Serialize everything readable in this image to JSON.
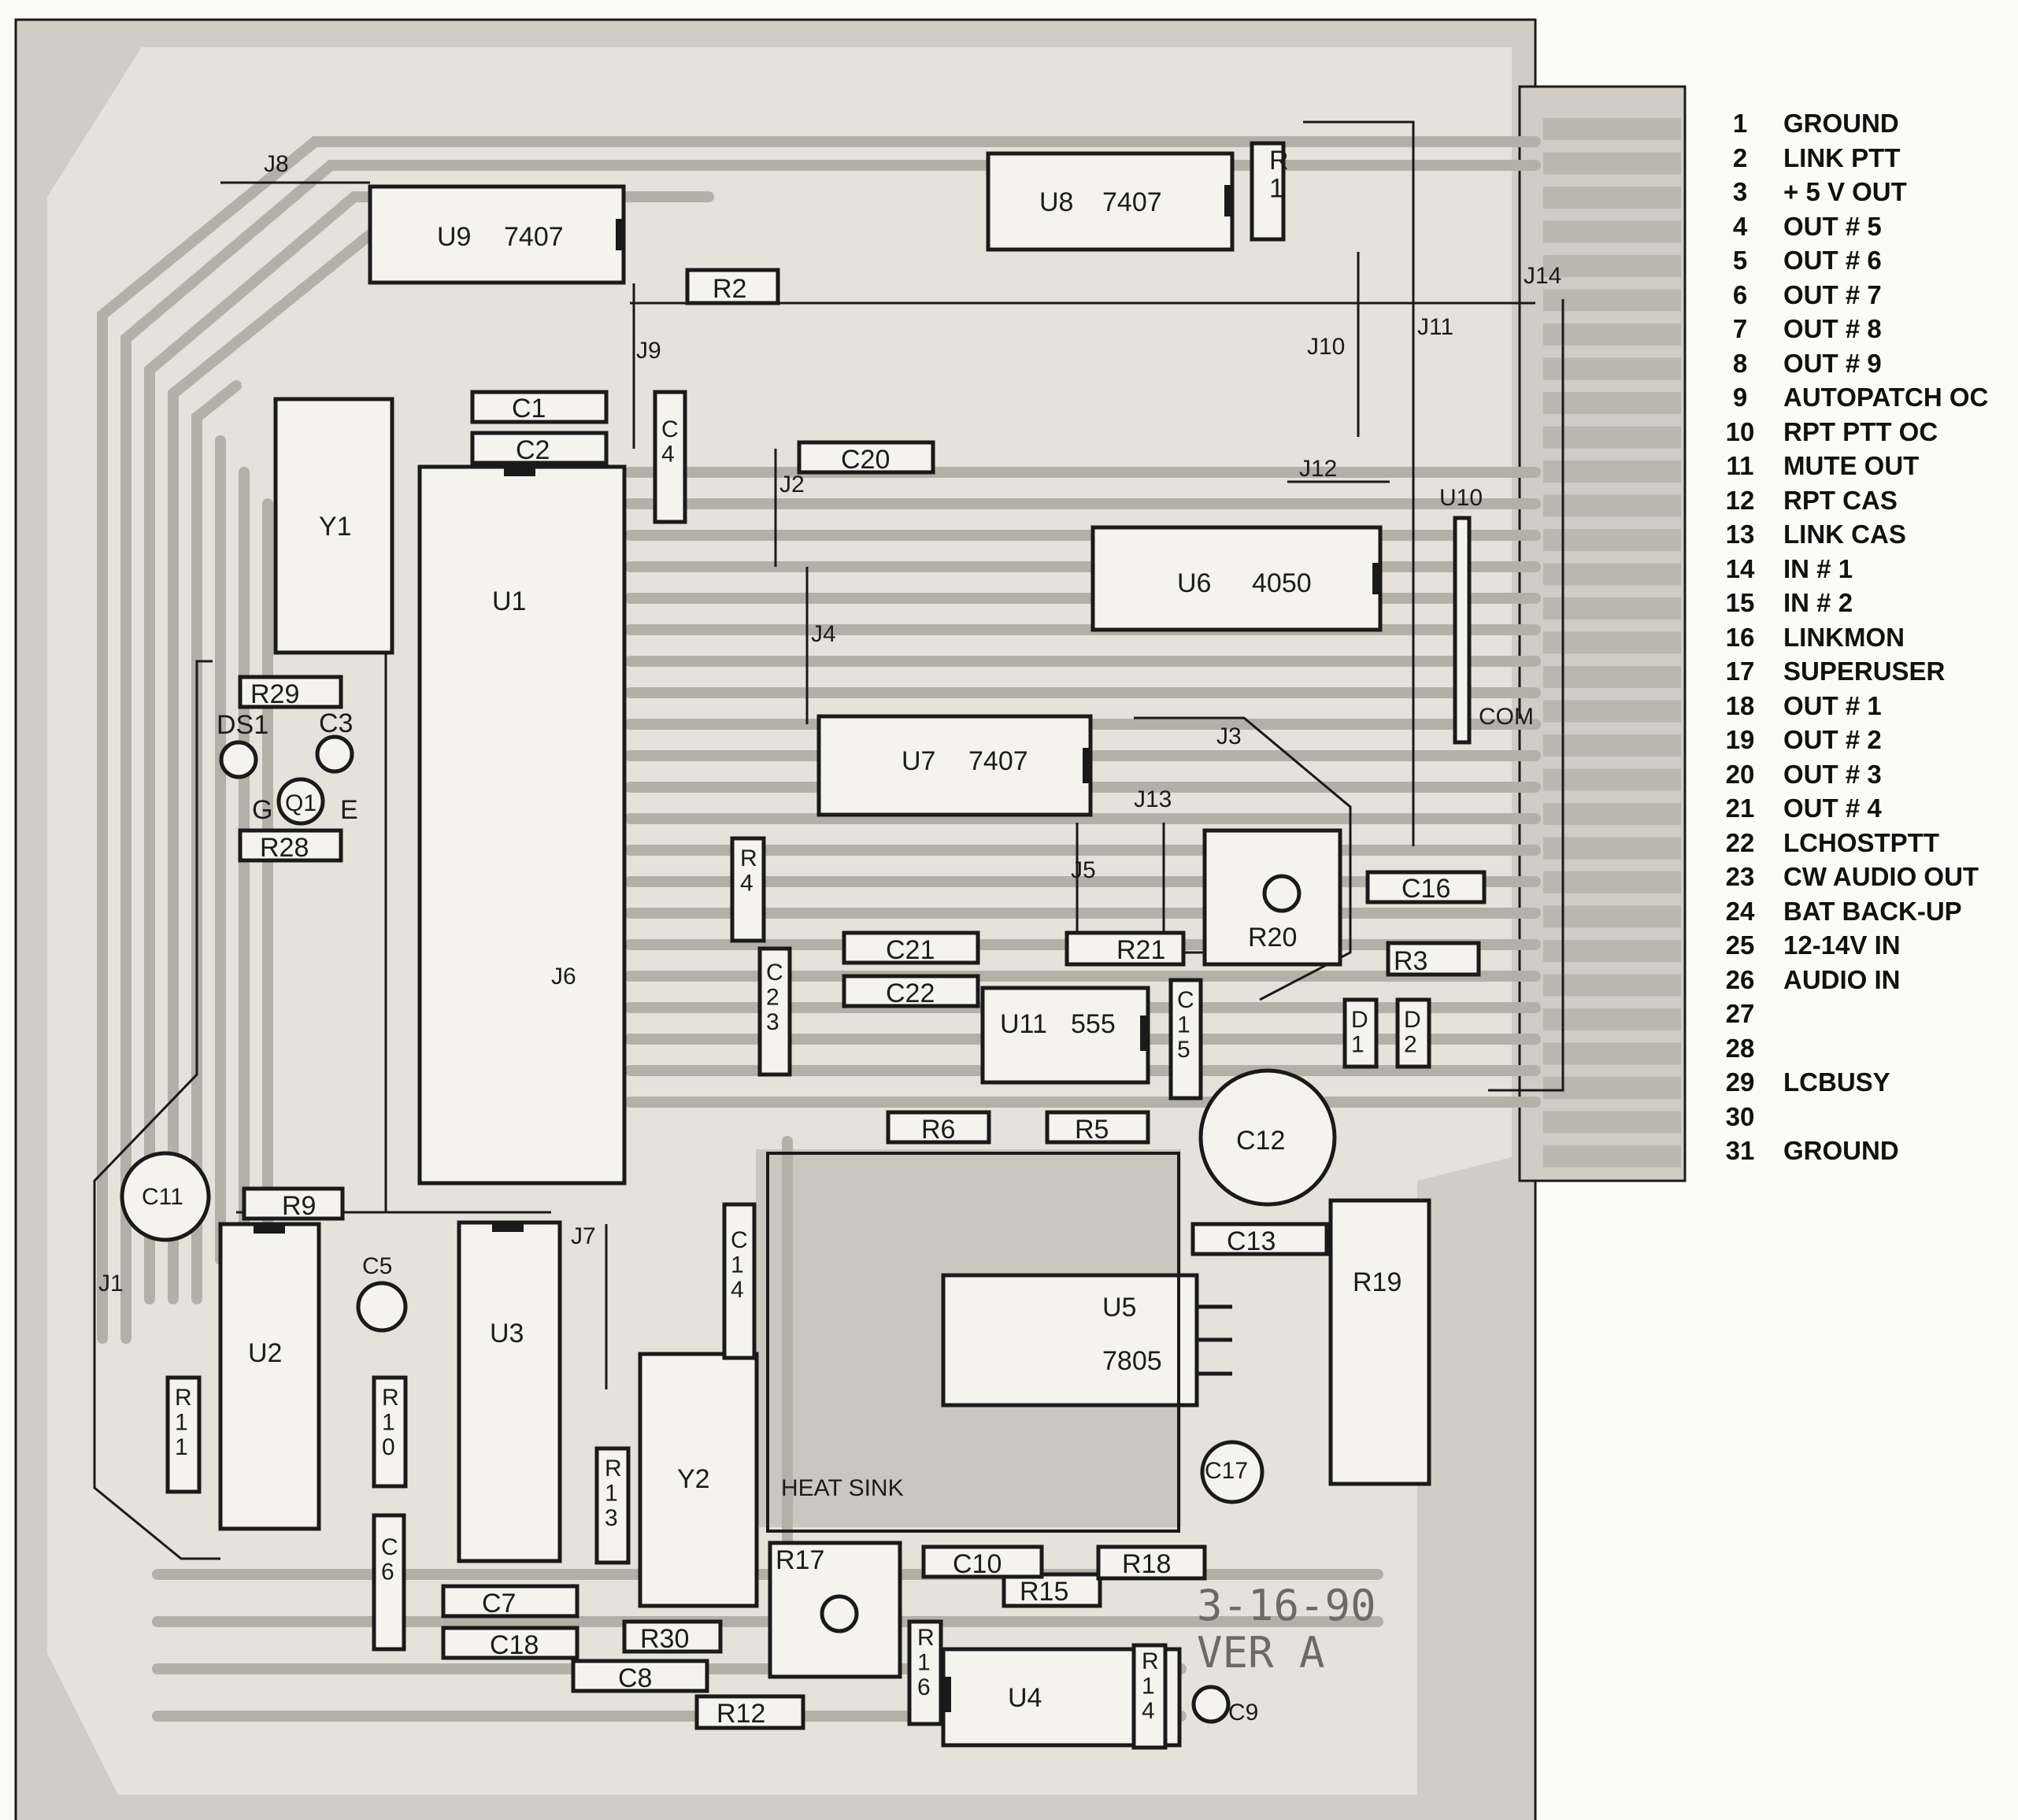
{
  "title": "",
  "connector": {
    "ref": "J14",
    "pins": [
      {
        "num": "1",
        "name": "GROUND"
      },
      {
        "num": "2",
        "name": "LINK PTT"
      },
      {
        "num": "3",
        "name": "+ 5 V OUT"
      },
      {
        "num": "4",
        "name": "OUT # 5"
      },
      {
        "num": "5",
        "name": "OUT # 6"
      },
      {
        "num": "6",
        "name": "OUT # 7"
      },
      {
        "num": "7",
        "name": "OUT # 8"
      },
      {
        "num": "8",
        "name": "OUT # 9"
      },
      {
        "num": "9",
        "name": "AUTOPATCH OC"
      },
      {
        "num": "10",
        "name": "RPT PTT OC"
      },
      {
        "num": "11",
        "name": "MUTE OUT"
      },
      {
        "num": "12",
        "name": "RPT CAS"
      },
      {
        "num": "13",
        "name": "LINK CAS"
      },
      {
        "num": "14",
        "name": "IN # 1"
      },
      {
        "num": "15",
        "name": "IN # 2"
      },
      {
        "num": "16",
        "name": "LINKMON"
      },
      {
        "num": "17",
        "name": "SUPERUSER"
      },
      {
        "num": "18",
        "name": "OUT # 1"
      },
      {
        "num": "19",
        "name": "OUT # 2"
      },
      {
        "num": "20",
        "name": "OUT # 3"
      },
      {
        "num": "21",
        "name": "OUT # 4"
      },
      {
        "num": "22",
        "name": "LCHOSTPTT"
      },
      {
        "num": "23",
        "name": "CW AUDIO OUT"
      },
      {
        "num": "24",
        "name": "BAT BACK-UP"
      },
      {
        "num": "25",
        "name": "12-14V IN"
      },
      {
        "num": "26",
        "name": "AUDIO IN"
      },
      {
        "num": "27",
        "name": ""
      },
      {
        "num": "28",
        "name": ""
      },
      {
        "num": "29",
        "name": "LCBUSY"
      },
      {
        "num": "30",
        "name": ""
      },
      {
        "num": "31",
        "name": "GROUND"
      }
    ]
  },
  "ics": {
    "u9": {
      "ref": "U9",
      "part": "7407"
    },
    "u8": {
      "ref": "U8",
      "part": "7407"
    },
    "u1": {
      "ref": "U1",
      "part": ""
    },
    "u6": {
      "ref": "U6",
      "part": "4050"
    },
    "u7": {
      "ref": "U7",
      "part": "7407"
    },
    "u11": {
      "ref": "U11",
      "part": "555"
    },
    "u2": {
      "ref": "U2",
      "part": ""
    },
    "u3": {
      "ref": "U3",
      "part": ""
    },
    "u5": {
      "ref": "U5",
      "part": "7805"
    },
    "u4": {
      "ref": "U4",
      "part": ""
    },
    "u10": {
      "ref": "U10",
      "part": ""
    }
  },
  "resistors": {
    "r1": "R\n1",
    "r2": "R2",
    "r3": "R3",
    "r4": "R\n4",
    "r5": "R5",
    "r6": "R6",
    "r9": "R9",
    "r10": "R\n1\n0",
    "r11": "R\n1\n1",
    "r12": "R12",
    "r13": "R\n1\n3",
    "r14": "R\n1\n4",
    "r15": "R15",
    "r16": "R\n1\n6",
    "r17": "R17",
    "r18": "R18",
    "r19": "R19",
    "r20": "R20",
    "r21": "R21",
    "r28": "R28",
    "r29": "R29",
    "r30": "R30"
  },
  "capacitors": {
    "c1": "C1",
    "c2": "C2",
    "c3": "C3",
    "c4": "C\n4",
    "c5": "C5",
    "c6": "C\n6",
    "c7": "C7",
    "c8": "C8",
    "c9": "C9",
    "c10": "C10",
    "c11": "C11",
    "c12": "C12",
    "c13": "C13",
    "c14": "C\n1\n4",
    "c15": "C\n1\n5",
    "c16": "C16",
    "c17": "C17",
    "c18": "C18",
    "c20": "C20",
    "c21": "C21",
    "c22": "C22",
    "c23": "C\n2\n3"
  },
  "other": {
    "y1": "Y1",
    "y2": "Y2",
    "ds1": "DS1",
    "q1": "Q1",
    "q1_g": "G",
    "q1_e": "E",
    "d1": "D\n1",
    "d2": "D\n2",
    "heat_sink": "HEAT SINK",
    "com": "COM",
    "plus": "+"
  },
  "jumpers": [
    "J1",
    "J2",
    "J3",
    "J4",
    "J5",
    "J6",
    "J7",
    "J8",
    "J9",
    "J10",
    "J11",
    "J12",
    "J13",
    "J14"
  ],
  "revision": {
    "date": "3-16-90",
    "version": "VER A"
  },
  "colors": {
    "board": "#d6d4cc",
    "trace": "#b5b3aa",
    "copper_fill": "#c4c2ba",
    "outline": "#1a1a1a",
    "component": "#f4f3ee"
  }
}
